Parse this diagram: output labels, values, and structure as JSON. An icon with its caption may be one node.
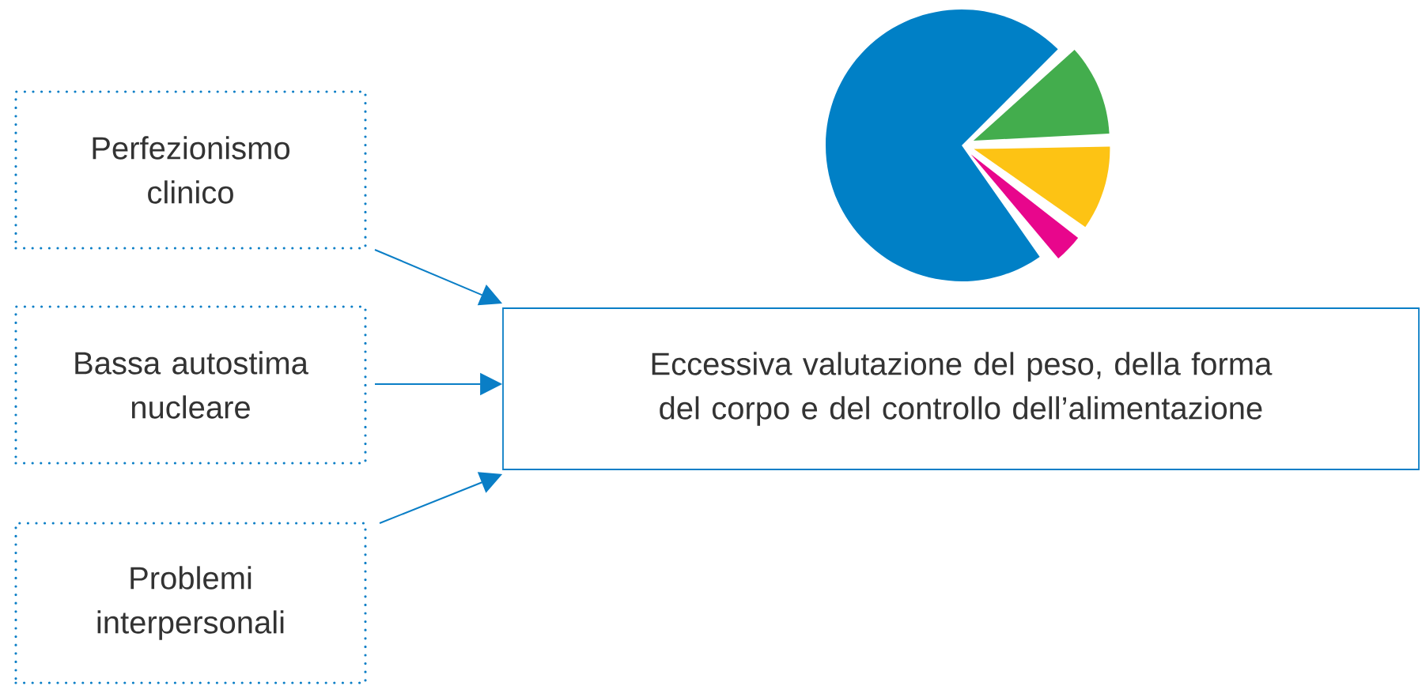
{
  "diagram": {
    "nodes": [
      {
        "text": [
          "Perfezionismo clinico"
        ]
      },
      {
        "text": [
          "Bassa autostima nucleare"
        ]
      },
      {
        "text": [
          "Problemi interpersonali"
        ]
      },
      {
        "text": [
          "Eccessiva valutazione del peso, della forma del corpo e del controllo dell’alimentazione"
        ]
      }
    ],
    "edges": [
      {
        "from": 0,
        "to": 3,
        "arrow": "to"
      },
      {
        "from": 1,
        "to": 3,
        "arrow": "to"
      },
      {
        "from": 2,
        "to": 3,
        "arrow": "to"
      }
    ]
  }
}
